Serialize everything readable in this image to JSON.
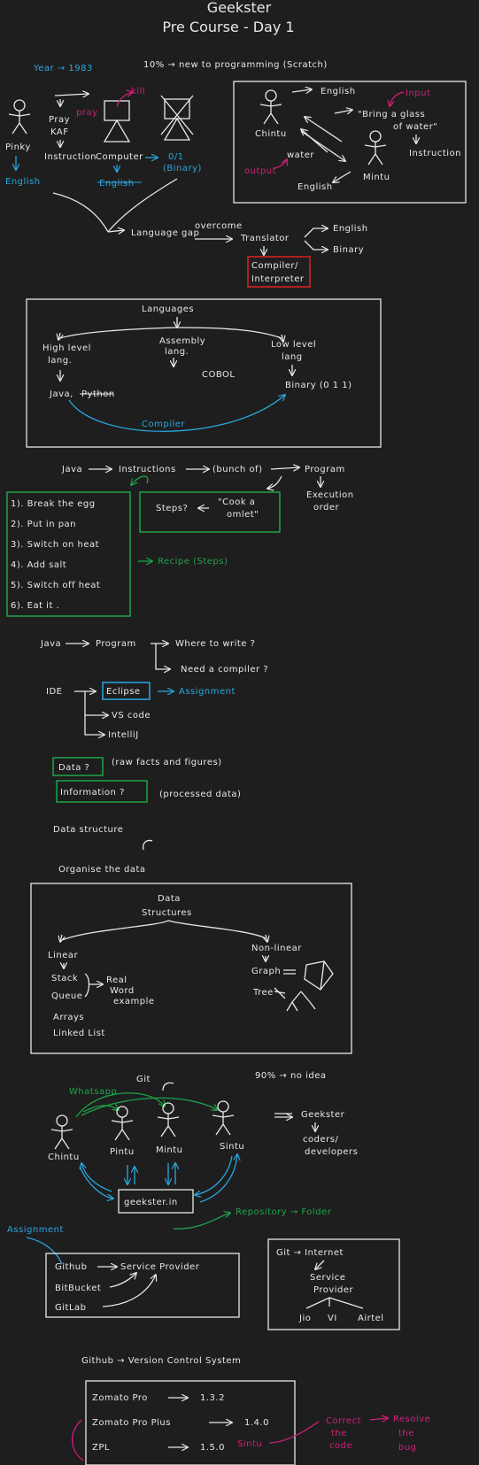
{
  "header": {
    "title": "Geekster",
    "subtitle": "Pre Course - Day 1"
  },
  "colors": {
    "background": "#1e1e1e",
    "ink": "#e8e8e8",
    "blue": "#2aa7e0",
    "green": "#1fa34a",
    "pink": "#d0207a",
    "red": "#e02020"
  },
  "intro": {
    "year": "Year → 1983",
    "new_to_programming": "10% → new to programming (Scratch)",
    "pray": "Pray",
    "kaf": "KAF",
    "pinky": "Pinky",
    "instruction": "Instruction",
    "computer": "Computer",
    "binary": "0/1",
    "binary_note": "(Binary)",
    "english": "English",
    "english_struck": "English",
    "mark_pray": "pray",
    "mark_kill": "kill",
    "language_gap": "Language gap",
    "overcome": "overcome",
    "translator": "Translator",
    "out_english": "English",
    "out_binary": "Binary",
    "compiler": "Compiler/",
    "interpreter": "Interpreter"
  },
  "box1": {
    "english_top": "English",
    "input": "Input",
    "chintu": "Chintu",
    "quote_line1": "\"Bring a glass",
    "quote_line2": "of water\"",
    "instruction": "Instruction",
    "water": "water",
    "output": "output",
    "mintu": "Mintu",
    "english_bottom": "English"
  },
  "languages": {
    "title": "Languages",
    "high": [
      "High level",
      "lang."
    ],
    "java": "Java,",
    "java_struck": "Python",
    "assembly": [
      "Assembly",
      "lang."
    ],
    "cobol": "COBOL",
    "low": [
      "Low level",
      "lang"
    ],
    "binary": "Binary (0 1 1)",
    "compiler": "Compiler"
  },
  "flow": {
    "java": "Java",
    "instructions": "Instructions",
    "bunch": "(bunch of)",
    "program": "Program",
    "execution": [
      "Execution",
      "order"
    ],
    "steps": "Steps?",
    "cook": [
      "\"Cook a",
      "omlet\""
    ],
    "recipe": "Recipe (Steps)"
  },
  "recipe_steps": [
    "1). Break the egg",
    "2). Put in pan",
    "3). Switch on heat",
    "4). Add salt",
    "5). Switch off heat",
    "6). Eat it ."
  ],
  "ide": {
    "java_prog": "Java",
    "program": "Program",
    "where": "Where to write ?",
    "need": "Need a compiler ?",
    "ide": "IDE",
    "eclipse": "Eclipse",
    "assignment": "Assignment",
    "vscode": "VS code",
    "intellij": "IntelliJ"
  },
  "data": {
    "data_q": "Data ?",
    "data_def": "(raw facts and figures)",
    "info_q": "Information ?",
    "info_def": "(processed data)",
    "ds": "Data structure",
    "organise": "Organise the data"
  },
  "ds_box": {
    "title": [
      "Data",
      "Structures"
    ],
    "linear": "Linear",
    "stack": "Stack",
    "queue": "Queue",
    "real": [
      "Real",
      "Word",
      "example"
    ],
    "arrays": "Arrays",
    "linked": "Linked List",
    "nonlinear": "Non-linear",
    "graph": "Graph",
    "tree": "Tree"
  },
  "git": {
    "git": "Git",
    "ninety": "90% → no idea",
    "whatsapp": "Whatsapp",
    "people": [
      "Chintu",
      "Pintu",
      "Mintu",
      "Sintu"
    ],
    "geekster": [
      "Geekster",
      "coders/",
      "developers"
    ],
    "server": "geekster.in",
    "repository": "Repository → Folder"
  },
  "assign": {
    "assignment": "Assignment",
    "github": "Github",
    "service": "Service Provider",
    "bitbucket": "BitBucket",
    "gitlab": "GitLab"
  },
  "gitbox": {
    "line1": "Git → Internet",
    "line2": "Service",
    "line3": "Provider",
    "opts": [
      "Jio",
      "VI",
      "Airtel"
    ]
  },
  "vcs": {
    "title": "Github → Version Control System",
    "rows": [
      {
        "name": "Zomato Pro",
        "ver": "1.3.2"
      },
      {
        "name": "Zomato Pro Plus",
        "ver": "1.4.0"
      },
      {
        "name": "ZPL",
        "ver": "1.5.0"
      }
    ],
    "sintu": "Sintu",
    "correct": [
      "Correct",
      "the",
      "code"
    ],
    "resolve": [
      "Resolve",
      "the",
      "bug"
    ]
  }
}
